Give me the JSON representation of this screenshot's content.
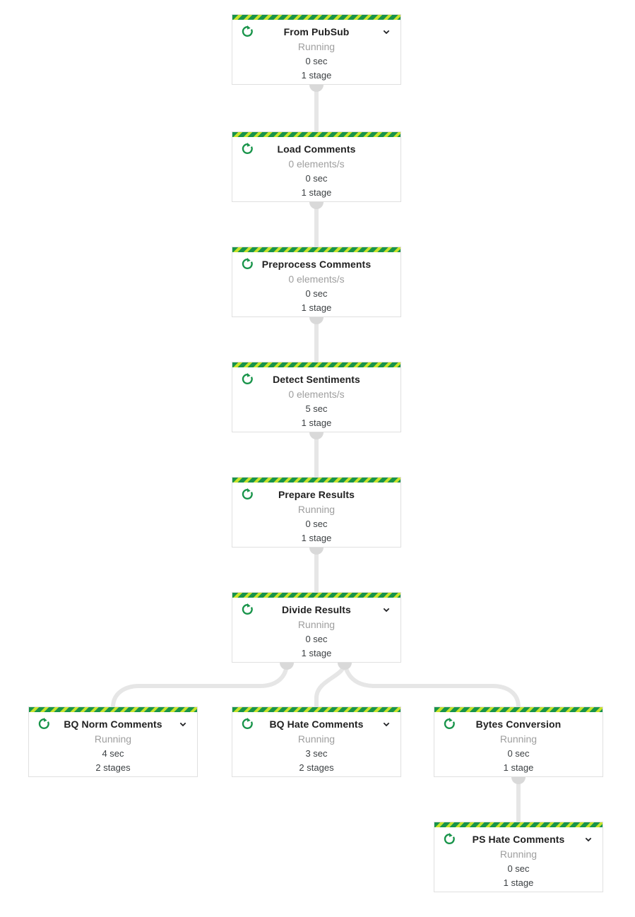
{
  "app": {
    "view_name": "Dataflow job graph",
    "background_color": "#ffffff"
  },
  "colors": {
    "stripe_green": "#18944a",
    "stripe_lime": "#c8e32b",
    "running_icon_green": "#18944a",
    "connector_gray": "#e6e6e6",
    "port_gray": "#d9d9d9",
    "title_text": "#212121",
    "status_text": "#9e9e9e",
    "metric_text": "#3c4043",
    "card_border": "#e0e0e0"
  },
  "icons": {
    "running": "circular-arrow-running-icon",
    "expand": "chevron-down-icon"
  },
  "nodes": [
    {
      "title": "From PubSub",
      "status": "Running",
      "time": "0 sec",
      "stages": "1 stage",
      "has_menu": true
    },
    {
      "title": "Load Comments",
      "status": "0 elements/s",
      "time": "0 sec",
      "stages": "1 stage",
      "has_menu": false
    },
    {
      "title": "Preprocess Comments",
      "status": "0 elements/s",
      "time": "0 sec",
      "stages": "1 stage",
      "has_menu": false
    },
    {
      "title": "Detect Sentiments",
      "status": "0 elements/s",
      "time": "5 sec",
      "stages": "1 stage",
      "has_menu": false
    },
    {
      "title": "Prepare Results",
      "status": "Running",
      "time": "0 sec",
      "stages": "1 stage",
      "has_menu": false
    },
    {
      "title": "Divide Results",
      "status": "Running",
      "time": "0 sec",
      "stages": "1 stage",
      "has_menu": true
    },
    {
      "title": "BQ Norm Comments",
      "status": "Running",
      "time": "4 sec",
      "stages": "2 stages",
      "has_menu": true
    },
    {
      "title": "BQ Hate Comments",
      "status": "Running",
      "time": "3 sec",
      "stages": "2 stages",
      "has_menu": true
    },
    {
      "title": "Bytes Conversion",
      "status": "Running",
      "time": "0 sec",
      "stages": "1 stage",
      "has_menu": false
    },
    {
      "title": "PS Hate Comments",
      "status": "Running",
      "time": "0 sec",
      "stages": "1 stage",
      "has_menu": true
    }
  ],
  "edges": [
    {
      "from": "From PubSub",
      "to": "Load Comments"
    },
    {
      "from": "Load Comments",
      "to": "Preprocess Comments"
    },
    {
      "from": "Preprocess Comments",
      "to": "Detect Sentiments"
    },
    {
      "from": "Detect Sentiments",
      "to": "Prepare Results"
    },
    {
      "from": "Prepare Results",
      "to": "Divide Results"
    },
    {
      "from": "Divide Results",
      "to": "BQ Norm Comments"
    },
    {
      "from": "Divide Results",
      "to": "BQ Hate Comments"
    },
    {
      "from": "Divide Results",
      "to": "Bytes Conversion"
    },
    {
      "from": "Bytes Conversion",
      "to": "PS Hate Comments"
    }
  ]
}
